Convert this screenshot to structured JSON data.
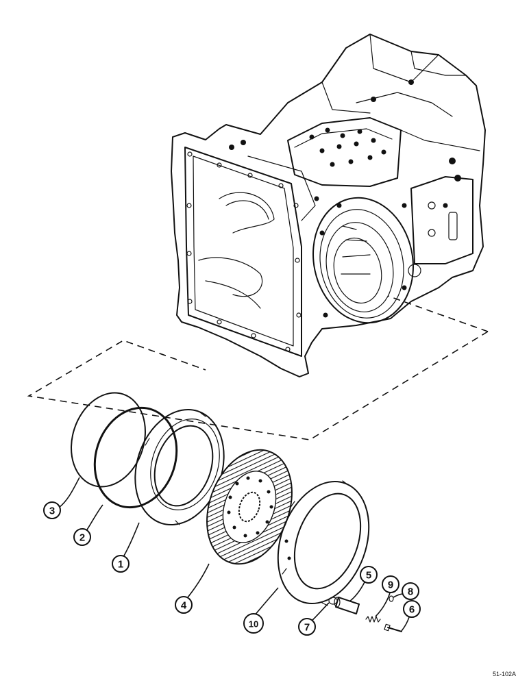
{
  "callouts": [
    "1",
    "2",
    "3",
    "4",
    "5",
    "6",
    "7",
    "8",
    "9",
    "10"
  ],
  "drawing_code": "51-102A"
}
